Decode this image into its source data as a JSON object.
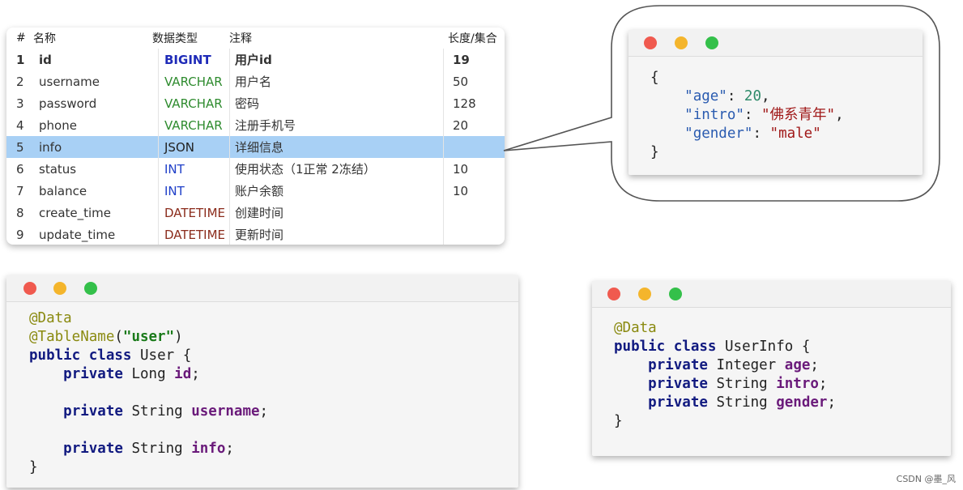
{
  "table": {
    "headers": {
      "num": "#",
      "name": "名称",
      "type": "数据类型",
      "comment": "注释",
      "length": "长度/集合"
    },
    "rows": [
      {
        "num": "1",
        "name": "id",
        "type": "BIGINT",
        "comment": "用户id",
        "length": "19"
      },
      {
        "num": "2",
        "name": "username",
        "type": "VARCHAR",
        "comment": "用户名",
        "length": "50"
      },
      {
        "num": "3",
        "name": "password",
        "type": "VARCHAR",
        "comment": "密码",
        "length": "128"
      },
      {
        "num": "4",
        "name": "phone",
        "type": "VARCHAR",
        "comment": "注册手机号",
        "length": "20"
      },
      {
        "num": "5",
        "name": "info",
        "type": "JSON",
        "comment": "详细信息",
        "length": ""
      },
      {
        "num": "6",
        "name": "status",
        "type": "INT",
        "comment": "使用状态（1正常 2冻结）",
        "length": "10"
      },
      {
        "num": "7",
        "name": "balance",
        "type": "INT",
        "comment": "账户余额",
        "length": "10"
      },
      {
        "num": "8",
        "name": "create_time",
        "type": "DATETIME",
        "comment": "创建时间",
        "length": ""
      },
      {
        "num": "9",
        "name": "update_time",
        "type": "DATETIME",
        "comment": "更新时间",
        "length": ""
      }
    ],
    "selected_row": 5,
    "colors": {
      "BIGINT": "#1f2bb8",
      "VARCHAR": "#2e8b2e",
      "JSON": "#222222",
      "INT": "#1f3fc8",
      "DATETIME": "#8b2c1c",
      "selection": "#a8d0f5"
    }
  },
  "json_window": {
    "open": "{",
    "entries": [
      {
        "key": "\"age\"",
        "value": "20",
        "sep": ","
      },
      {
        "key": "\"intro\"",
        "value": "\"佛系青年\"",
        "sep": ","
      },
      {
        "key": "\"gender\"",
        "value": "\"male\"",
        "sep": ""
      }
    ],
    "close": "}"
  },
  "user_class": {
    "anno_data": "@Data",
    "anno_table": "@TableName",
    "table_arg": "\"user\"",
    "kw_public": "public",
    "kw_class": "class",
    "class_name": "User",
    "open": "{",
    "fields": [
      {
        "kw": "private",
        "type": "Long",
        "name": "id"
      },
      {
        "kw": "private",
        "type": "String",
        "name": "username"
      },
      {
        "kw": "private",
        "type": "String",
        "name": "info"
      }
    ],
    "close": "}"
  },
  "userinfo_class": {
    "anno_data": "@Data",
    "kw_public": "public",
    "kw_class": "class",
    "class_name": "UserInfo",
    "open": "{",
    "fields": [
      {
        "kw": "private",
        "type": "Integer",
        "name": "age"
      },
      {
        "kw": "private",
        "type": "String",
        "name": "intro"
      },
      {
        "kw": "private",
        "type": "String",
        "name": "gender"
      }
    ],
    "close": "}"
  },
  "window_dots": {
    "red": "#f05a4f",
    "yellow": "#f4b52c",
    "green": "#34c04a"
  },
  "watermark": "CSDN @墨_风"
}
